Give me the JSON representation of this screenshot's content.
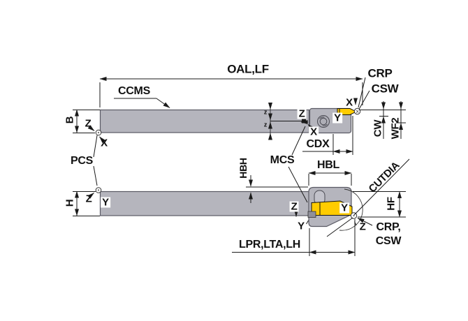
{
  "diagram": {
    "type": "tool-holder-dimension-drawing",
    "colors": {
      "body": "#b5b5bd",
      "body_outline": "#5a5a64",
      "insert": "#ffcc00",
      "line": "#1a1a1a",
      "background": "#ffffff"
    },
    "top_view": {
      "labels": {
        "oal_lf": "OAL,LF",
        "ccms": "CCMS",
        "crp": "CRP",
        "csw": "CSW",
        "b": "B",
        "z_datum": "Z",
        "x_datum": "X",
        "pcs": "PCS",
        "z_equal_upper": "z",
        "z_equal_lower": "z",
        "z_head": "Z",
        "x_head": "X",
        "y_head": "Y",
        "x_tip": "X",
        "cdx": "CDX",
        "cw": "CW",
        "wf2": "WF2"
      }
    },
    "bottom_view": {
      "labels": {
        "h": "H",
        "z_datum": "Z",
        "y_datum": "Y",
        "hbh": "HBH",
        "mcs": "MCS",
        "hbl": "HBL",
        "cutdia": "CUTDIA",
        "hf": "HF",
        "z_head": "Z",
        "y_insert": "Y",
        "y_lower": "Y",
        "z_lower": "Z",
        "crp": "CRP,",
        "csw": "CSW",
        "lpr_lta_lh": "LPR,LTA,LH"
      }
    }
  }
}
